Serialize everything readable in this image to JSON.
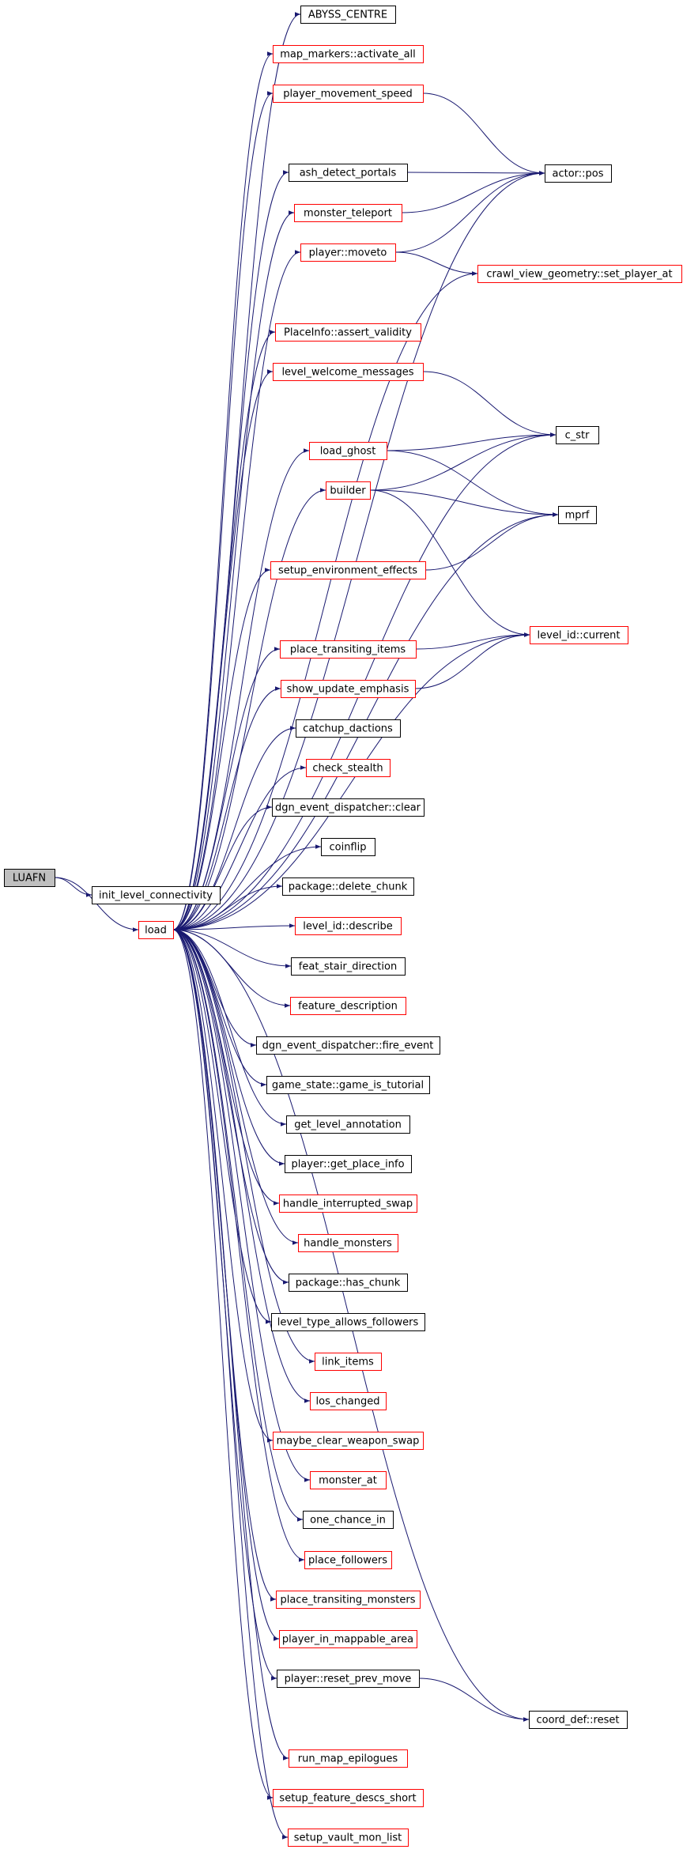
{
  "graph": {
    "colors": {
      "edge": "#191970",
      "normal_border": "#000000",
      "linked_border": "#ff0000",
      "root_fill": "#bfbfbf",
      "fill": "#ffffff",
      "text": "#000000"
    },
    "nodes": [
      {
        "id": "root",
        "label": "LUAFN",
        "style": "root"
      },
      {
        "id": "init_level_connectivity",
        "label": "init_level_connectivity",
        "style": "normal"
      },
      {
        "id": "load",
        "label": "load",
        "style": "linked"
      },
      {
        "id": "abyss_centre",
        "label": "ABYSS_CENTRE",
        "style": "normal"
      },
      {
        "id": "map_markers_activate_all",
        "label": "map_markers::activate_all",
        "style": "linked"
      },
      {
        "id": "player_movement_speed",
        "label": "player_movement_speed",
        "style": "linked"
      },
      {
        "id": "ash_detect_portals",
        "label": "ash_detect_portals",
        "style": "normal"
      },
      {
        "id": "monster_teleport",
        "label": "monster_teleport",
        "style": "linked"
      },
      {
        "id": "player_moveto",
        "label": "player::moveto",
        "style": "linked"
      },
      {
        "id": "placeinfo_assert_validity",
        "label": "PlaceInfo::assert_validity",
        "style": "linked"
      },
      {
        "id": "level_welcome_messages",
        "label": "level_welcome_messages",
        "style": "linked"
      },
      {
        "id": "load_ghost",
        "label": "load_ghost",
        "style": "linked"
      },
      {
        "id": "builder",
        "label": "builder",
        "style": "linked"
      },
      {
        "id": "setup_environment_effects",
        "label": "setup_environment_effects",
        "style": "linked"
      },
      {
        "id": "place_transiting_items",
        "label": "place_transiting_items",
        "style": "linked"
      },
      {
        "id": "show_update_emphasis",
        "label": "show_update_emphasis",
        "style": "linked"
      },
      {
        "id": "catchup_dactions",
        "label": "catchup_dactions",
        "style": "normal"
      },
      {
        "id": "check_stealth",
        "label": "check_stealth",
        "style": "linked"
      },
      {
        "id": "dgn_event_dispatcher_clear",
        "label": "dgn_event_dispatcher::clear",
        "style": "normal"
      },
      {
        "id": "coinflip",
        "label": "coinflip",
        "style": "normal"
      },
      {
        "id": "package_delete_chunk",
        "label": "package::delete_chunk",
        "style": "normal"
      },
      {
        "id": "level_id_describe",
        "label": "level_id::describe",
        "style": "linked"
      },
      {
        "id": "feat_stair_direction",
        "label": "feat_stair_direction",
        "style": "normal"
      },
      {
        "id": "feature_description",
        "label": "feature_description",
        "style": "linked"
      },
      {
        "id": "dgn_event_dispatcher_fire_event",
        "label": "dgn_event_dispatcher::fire_event",
        "style": "normal"
      },
      {
        "id": "game_state_game_is_tutorial",
        "label": "game_state::game_is_tutorial",
        "style": "normal"
      },
      {
        "id": "get_level_annotation",
        "label": "get_level_annotation",
        "style": "normal"
      },
      {
        "id": "player_get_place_info",
        "label": "player::get_place_info",
        "style": "normal"
      },
      {
        "id": "handle_interrupted_swap",
        "label": "handle_interrupted_swap",
        "style": "linked"
      },
      {
        "id": "handle_monsters",
        "label": "handle_monsters",
        "style": "linked"
      },
      {
        "id": "package_has_chunk",
        "label": "package::has_chunk",
        "style": "normal"
      },
      {
        "id": "level_type_allows_followers",
        "label": "level_type_allows_followers",
        "style": "normal"
      },
      {
        "id": "link_items",
        "label": "link_items",
        "style": "linked"
      },
      {
        "id": "los_changed",
        "label": "los_changed",
        "style": "linked"
      },
      {
        "id": "maybe_clear_weapon_swap",
        "label": "maybe_clear_weapon_swap",
        "style": "linked"
      },
      {
        "id": "monster_at",
        "label": "monster_at",
        "style": "linked"
      },
      {
        "id": "one_chance_in",
        "label": "one_chance_in",
        "style": "normal"
      },
      {
        "id": "place_followers",
        "label": "place_followers",
        "style": "linked"
      },
      {
        "id": "place_transiting_monsters",
        "label": "place_transiting_monsters",
        "style": "linked"
      },
      {
        "id": "player_in_mappable_area",
        "label": "player_in_mappable_area",
        "style": "linked"
      },
      {
        "id": "player_reset_prev_move",
        "label": "player::reset_prev_move",
        "style": "normal"
      },
      {
        "id": "run_map_epilogues",
        "label": "run_map_epilogues",
        "style": "linked"
      },
      {
        "id": "setup_feature_descs_short",
        "label": "setup_feature_descs_short",
        "style": "linked"
      },
      {
        "id": "setup_vault_mon_list",
        "label": "setup_vault_mon_list",
        "style": "linked"
      },
      {
        "id": "actor_pos",
        "label": "actor::pos",
        "style": "normal"
      },
      {
        "id": "crawl_view_geometry_set_player_at",
        "label": "crawl_view_geometry::set_player_at",
        "style": "linked"
      },
      {
        "id": "c_str",
        "label": "c_str",
        "style": "normal"
      },
      {
        "id": "mprf",
        "label": "mprf",
        "style": "normal"
      },
      {
        "id": "level_id_current",
        "label": "level_id::current",
        "style": "linked"
      },
      {
        "id": "coord_def_reset",
        "label": "coord_def::reset",
        "style": "normal"
      }
    ],
    "edges": [
      [
        "root",
        "init_level_connectivity"
      ],
      [
        "root",
        "load"
      ],
      [
        "load",
        "abyss_centre"
      ],
      [
        "load",
        "map_markers_activate_all"
      ],
      [
        "load",
        "player_movement_speed"
      ],
      [
        "load",
        "actor_pos"
      ],
      [
        "load",
        "ash_detect_portals"
      ],
      [
        "load",
        "monster_teleport"
      ],
      [
        "load",
        "player_moveto"
      ],
      [
        "load",
        "crawl_view_geometry_set_player_at"
      ],
      [
        "load",
        "placeinfo_assert_validity"
      ],
      [
        "load",
        "level_welcome_messages"
      ],
      [
        "load",
        "c_str"
      ],
      [
        "load",
        "load_ghost"
      ],
      [
        "load",
        "builder"
      ],
      [
        "load",
        "mprf"
      ],
      [
        "load",
        "setup_environment_effects"
      ],
      [
        "load",
        "level_id_current"
      ],
      [
        "load",
        "place_transiting_items"
      ],
      [
        "load",
        "show_update_emphasis"
      ],
      [
        "load",
        "catchup_dactions"
      ],
      [
        "load",
        "check_stealth"
      ],
      [
        "load",
        "dgn_event_dispatcher_clear"
      ],
      [
        "load",
        "coinflip"
      ],
      [
        "load",
        "package_delete_chunk"
      ],
      [
        "load",
        "level_id_describe"
      ],
      [
        "load",
        "feat_stair_direction"
      ],
      [
        "load",
        "feature_description"
      ],
      [
        "load",
        "dgn_event_dispatcher_fire_event"
      ],
      [
        "load",
        "game_state_game_is_tutorial"
      ],
      [
        "load",
        "get_level_annotation"
      ],
      [
        "load",
        "player_get_place_info"
      ],
      [
        "load",
        "handle_interrupted_swap"
      ],
      [
        "load",
        "handle_monsters"
      ],
      [
        "load",
        "package_has_chunk"
      ],
      [
        "load",
        "level_type_allows_followers"
      ],
      [
        "load",
        "link_items"
      ],
      [
        "load",
        "los_changed"
      ],
      [
        "load",
        "maybe_clear_weapon_swap"
      ],
      [
        "load",
        "monster_at"
      ],
      [
        "load",
        "one_chance_in"
      ],
      [
        "load",
        "place_followers"
      ],
      [
        "load",
        "place_transiting_monsters"
      ],
      [
        "load",
        "player_in_mappable_area"
      ],
      [
        "load",
        "player_reset_prev_move"
      ],
      [
        "load",
        "coord_def_reset"
      ],
      [
        "load",
        "run_map_epilogues"
      ],
      [
        "load",
        "setup_feature_descs_short"
      ],
      [
        "load",
        "setup_vault_mon_list"
      ],
      [
        "player_movement_speed",
        "actor_pos"
      ],
      [
        "ash_detect_portals",
        "actor_pos"
      ],
      [
        "monster_teleport",
        "actor_pos"
      ],
      [
        "player_moveto",
        "actor_pos"
      ],
      [
        "player_moveto",
        "crawl_view_geometry_set_player_at"
      ],
      [
        "level_welcome_messages",
        "c_str"
      ],
      [
        "load_ghost",
        "c_str"
      ],
      [
        "load_ghost",
        "mprf"
      ],
      [
        "builder",
        "c_str"
      ],
      [
        "builder",
        "mprf"
      ],
      [
        "builder",
        "level_id_current"
      ],
      [
        "setup_environment_effects",
        "mprf"
      ],
      [
        "place_transiting_items",
        "level_id_current"
      ],
      [
        "show_update_emphasis",
        "level_id_current"
      ],
      [
        "player_reset_prev_move",
        "coord_def_reset"
      ]
    ]
  }
}
